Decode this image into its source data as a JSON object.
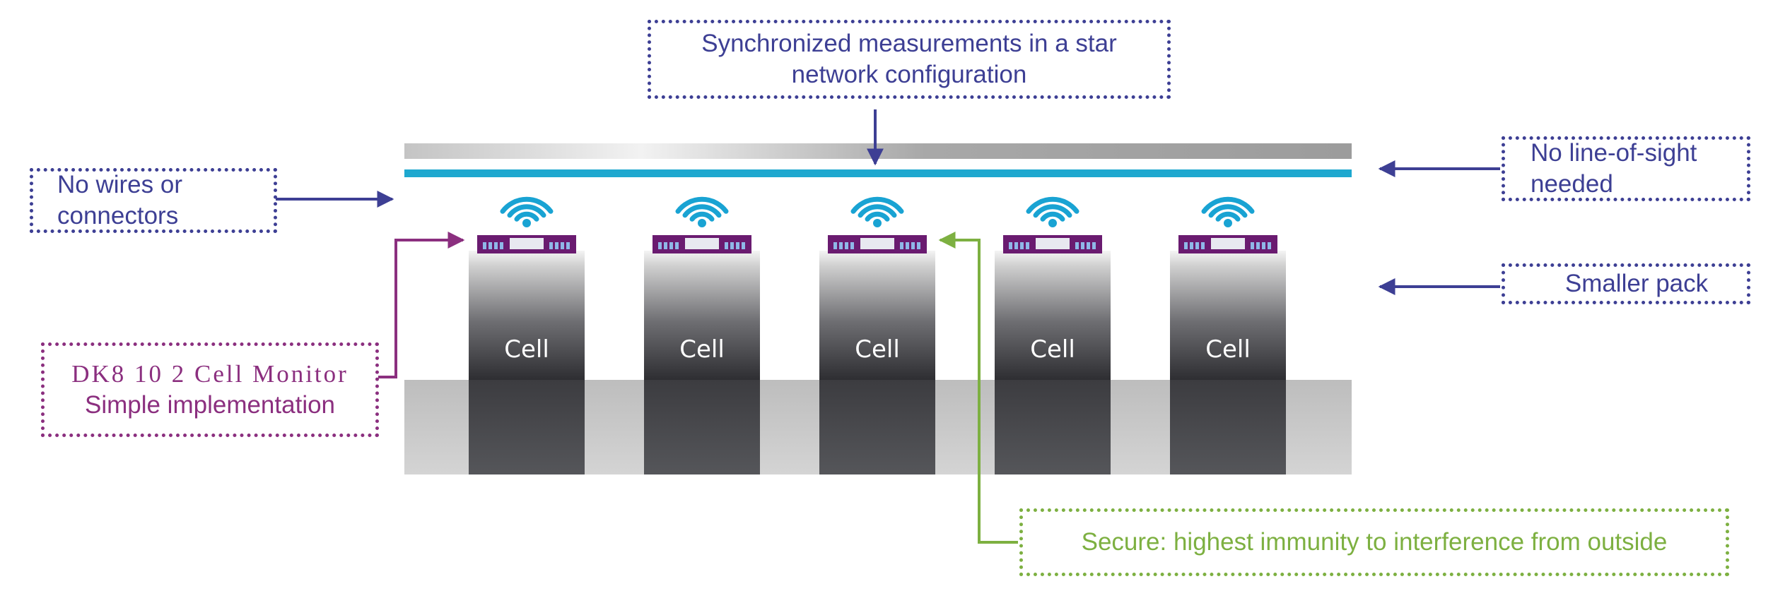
{
  "callouts": {
    "top": {
      "line1": "Synchronized measurements in a star",
      "line2": "network configuration"
    },
    "no_wires": {
      "line1": "No wires or",
      "line2": "connectors"
    },
    "line_of_sight": {
      "line1": "No line-of-sight",
      "line2": "needed"
    },
    "smaller_pack": {
      "text": "Smaller pack"
    },
    "monitor": {
      "line1": "DK8 10 2 Cell Monitor",
      "line2": "Simple implementation"
    },
    "secure": {
      "text": "Secure: highest immunity to interference from outside"
    }
  },
  "cells": [
    {
      "label": "Cell"
    },
    {
      "label": "Cell"
    },
    {
      "label": "Cell"
    },
    {
      "label": "Cell"
    },
    {
      "label": "Cell"
    }
  ],
  "icons": {
    "wireless": "wifi-icon"
  },
  "colors": {
    "callout_blue": "#3d3f94",
    "callout_purple": "#8b2f7f",
    "callout_green": "#7db041",
    "network_bar": "#1ea8cf",
    "wifi": "#19a3d3",
    "monitor_board": "#6a1b70",
    "cell_dark": "#3a3a3e",
    "pack_base": "#c9c9c9"
  }
}
